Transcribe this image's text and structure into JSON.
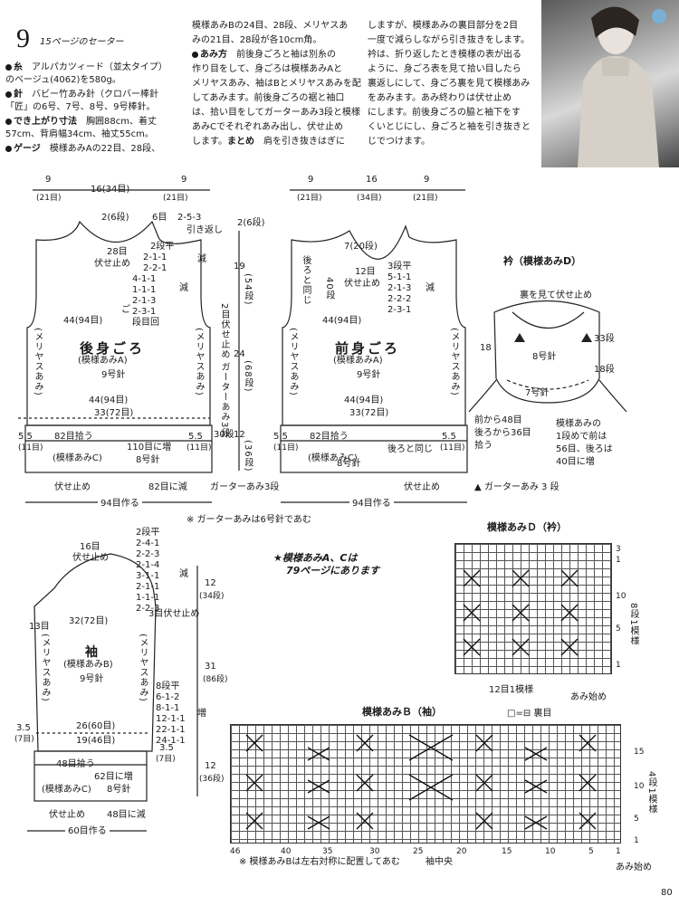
{
  "header": {
    "number": "9",
    "subtitle": "15ページのセーター"
  },
  "materials": {
    "yarn_label": "糸",
    "yarn_text1": "アルパカツィード（並太タイプ）",
    "yarn_text2": "のベージュ(4062)を580g。",
    "needle_label": "針",
    "needle_text1": "バビー竹あみ針（クロバー棒針",
    "needle_text2": "「匠」の6号、7号、8号、9号棒針。",
    "size_label": "でき上がり寸法",
    "size_text1": "胸囲88cm、着丈",
    "size_text2": "57cm、背肩幅34cm、袖丈55cm。",
    "gauge_label": "ゲージ",
    "gauge_text": "模様あみAの22目、28段、"
  },
  "instructions": {
    "col2_l1": "模様あみBの24目、28段、メリヤスあ",
    "col2_l2": "みの21目、28段が各10cm角。",
    "col2_l3_label": "あみ方",
    "col2_l3": "前後身ごろと袖は別糸の",
    "col2_l4": "作り目をして、身ごろは模様あみAと",
    "col2_l5": "メリヤスあみ、袖はBとメリヤスあみを配",
    "col2_l6": "してあみます。前後身ごろの裾と袖口",
    "col2_l7": "は、拾い目をしてガーターあみ3段と模様",
    "col2_l8": "あみCでそれぞれあみ出し、伏せ止め",
    "col2_l9a": "します。",
    "col2_l9_label": "まとめ",
    "col2_l9b": "肩を引き抜きはぎに",
    "col3_l1": "しますが、模様あみの裏目部分を2目",
    "col3_l2": "一度で減らしながら引き抜きをします。",
    "col3_l3": "衿は、折り返したとき模様の表が出る",
    "col3_l4": "ように、身ごろ表を見て拾い目したら",
    "col3_l5": "裏返しにして、身ごろ裏を見て模様あみ",
    "col3_l6": "をあみます。あみ終わりは伏せ止め",
    "col3_l7": "にします。前後身ごろの脇と袖下をす",
    "col3_l8": "くいとじにし、身ごろと袖を引き抜きと",
    "col3_l9": "じでつけます。"
  },
  "back": {
    "top_9a": "9",
    "top_9a_sub": "(21目)",
    "top_16": "16(34目)",
    "top_9b": "9",
    "top_9b_sub": "(21目)",
    "neck_2": "2(6段)",
    "neck_6": "6目",
    "neck_253": "2-5-3",
    "neck_pull": "引き返し",
    "bind28a": "28目",
    "bind28b": "伏せ止め",
    "dec_a1": "2段平",
    "dec_a2": "2-1-1",
    "dec_a3": "2-2-1",
    "dec_a_label": "減",
    "shoulder_2": "2(6段)",
    "arm1": "4-1-1",
    "arm2": "1-1-1",
    "arm3": "2-1-3",
    "arm4": "2-3-1",
    "arm_label": "減",
    "arm_foot1": "段目回",
    "arm_foot2": "ご",
    "h19": "19",
    "h19_sub": "(54段)",
    "h2_label": "2目伏せ止め",
    "w44": "44(94目)",
    "side_l": "(メリヤスあみ)",
    "side_r": "(メリヤスあみ)",
    "name": "後身ごろ",
    "pattern": "(模様あみA)",
    "needle": "9号針",
    "h24": "24",
    "h24_sub": "(68段)",
    "garter": "ガーターあみ3段",
    "w44b": "44(94目)",
    "w33": "33(72目)",
    "h12": "12",
    "h12_sub": "(36段)",
    "h30": "30段",
    "s55a": "5.5",
    "s55a_sub": "(11目)",
    "pick82": "82目拾う",
    "s55b": "5.5",
    "s55b_sub": "(11目)",
    "inc110": "110目に増",
    "patC": "(模様あみC)",
    "needle8": "8号針",
    "bind": "伏せ止め",
    "dec82": "82目に減",
    "garter_bottom": "ガーターあみ3段",
    "make94": "94目作る"
  },
  "front": {
    "top_9a": "9",
    "top_9a_sub": "(21目)",
    "top_16": "16",
    "top_16_sub": "(34目)",
    "top_9b": "9",
    "top_9b_sub": "(21目)",
    "neck7": "7(20段)",
    "same": "後ろと同じ",
    "h40": "40段",
    "bind12a": "12目",
    "bind12b": "伏せ止め",
    "dec1": "3段平",
    "dec2": "5-1-1",
    "dec3": "2-1-3",
    "dec4": "2-2-2",
    "dec5": "2-3-1",
    "dec_label": "減",
    "w44": "44(94目)",
    "side_l": "(メリヤスあみ)",
    "side_r": "(メリヤスあみ)",
    "name": "前身ごろ",
    "pattern": "(模様あみA)",
    "needle": "9号針",
    "w44b": "44(94目)",
    "w33": "33(72目)",
    "s55a": "5.5",
    "s55a_sub": "(11目)",
    "pick82": "82目拾う",
    "s55b": "5.5",
    "s55b_sub": "(11目)",
    "patC": "(模様あみC)",
    "needle8": "8号針",
    "same_b": "後ろと同じ",
    "bind": "伏せ止め",
    "make94": "94目作る"
  },
  "note_garter": "※ ガーターあみは6号針であむ",
  "collar": {
    "title": "衿（模様あみD）",
    "back_bind": "裏を見て伏せ止め",
    "r18": "18",
    "r33": "33段",
    "r18b": "18段",
    "needle8": "8号針",
    "needle7": "7号針",
    "pick1": "前から48目",
    "pick2": "後ろから36目",
    "pick3": "拾う",
    "pat1": "模様あみの",
    "pat2": "1段めで前は",
    "pat3": "56目、後ろは",
    "pat4": "40目に増",
    "garter": "▲ ガーターあみ 3 段"
  },
  "sleeve": {
    "top16": "16目",
    "top_bind": "伏せ止め",
    "d1": "2段平",
    "d2": "2-4-1",
    "d3": "2-2-3",
    "d4": "2-1-4",
    "d5": "3-1-1",
    "d6": "2-1-1",
    "d7": "1-1-1",
    "d8": "2-2-3",
    "d_label": "減",
    "r3": "3目伏せ止め",
    "h12": "12",
    "h12_sub": "(34段)",
    "s13": "13目",
    "w32": "32(72目)",
    "side_l": "(メリヤスあみ)",
    "side_r": "(メリヤスあみ)",
    "name": "袖",
    "pattern": "(模様あみB)",
    "needle": "9号針",
    "h31": "31",
    "h31_sub": "(86段)",
    "i1": "8段平",
    "i2": "6-1-2",
    "i3": "8-1-1",
    "i4": "12-1-1",
    "i5": "22-1-1",
    "i6": "24-1-1",
    "i_label": "増",
    "s35a": "3.5",
    "s35a_sub": "(7目)",
    "w26": "26(60目)",
    "w19": "19(46目)",
    "s35b": "3.5",
    "s35b_sub": "(7目)",
    "pick48": "48目拾う",
    "inc62": "62目に増",
    "patC": "(模様あみC)",
    "needle8": "8号針",
    "h12b": "12",
    "h12b_sub": "(36段)",
    "bind": "伏せ止め",
    "dec48": "48目に減",
    "make60": "60目作る"
  },
  "pattern_note": {
    "line1": "★模様あみA、Cは",
    "line2": "79ページにあります"
  },
  "chart_d": {
    "title": "模様あみＤ（衿）",
    "rows_3": "3",
    "rows_1": "1",
    "rows_10": "10",
    "rows_5": "5",
    "rows_1b": "1",
    "repeat_rows": "8段1模様",
    "repeat_st": "12目1模様",
    "start": "あみ始め"
  },
  "chart_b": {
    "title": "模様あみＢ（袖）",
    "legend": "□=⊟ 裏目",
    "rows_15": "15",
    "rows_10": "10",
    "rows_5": "5",
    "rows_1": "1",
    "repeat": "4段1模様",
    "x46": "46",
    "x40": "40",
    "x35": "35",
    "x30": "30",
    "x25": "25",
    "x20": "20",
    "x15": "15",
    "x10": "10",
    "x5": "5",
    "x1": "1",
    "note": "※ 模様あみBは左右対称に配置してあむ",
    "center": "袖中央",
    "start": "あみ始め"
  },
  "page_number": "80"
}
